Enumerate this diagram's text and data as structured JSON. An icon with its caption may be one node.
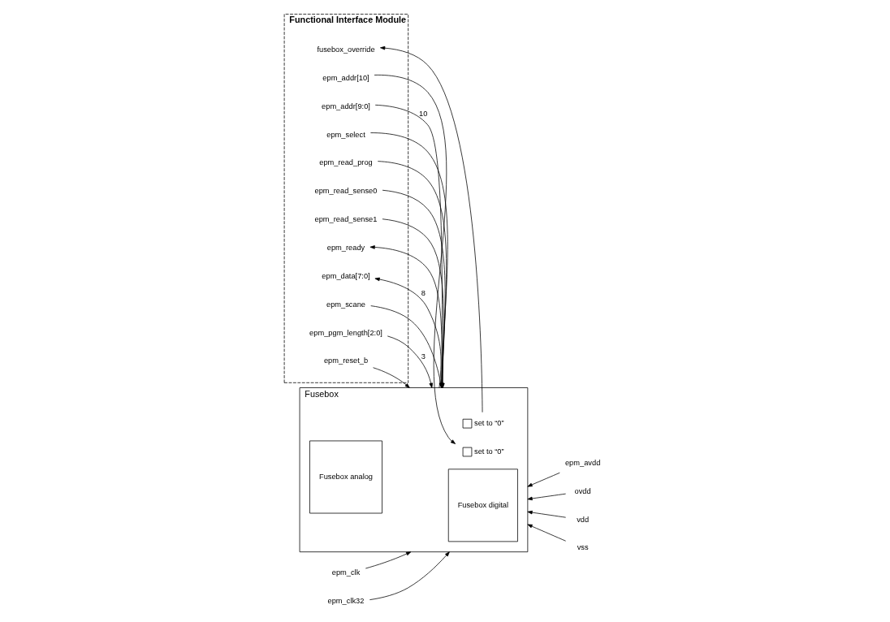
{
  "diagram": {
    "nodes": [
      {
        "text": [
          "Functional Interface Module"
        ]
      },
      {
        "text": [
          "fusebox_override"
        ],
        "in": 0
      },
      {
        "text": [
          "epm_addr[10]"
        ],
        "in": 0
      },
      {
        "text": [
          "epm_addr[9:0]"
        ],
        "in": 0
      },
      {
        "text": [
          "epm_select"
        ],
        "in": 0
      },
      {
        "text": [
          "epm_read_prog"
        ],
        "in": 0
      },
      {
        "text": [
          "epm_read_sense0"
        ],
        "in": 0
      },
      {
        "text": [
          "epm_read_sense1"
        ],
        "in": 0
      },
      {
        "text": [
          "epm_ready"
        ],
        "in": 0
      },
      {
        "text": [
          "epm_data[7:0]"
        ],
        "in": 0
      },
      {
        "text": [
          "epm_scane"
        ],
        "in": 0
      },
      {
        "text": [
          "epm_pgm_length[2:0]"
        ],
        "in": 0
      },
      {
        "text": [
          "epm_reset_b"
        ],
        "in": 0
      },
      {
        "text": [
          "epm_clk"
        ]
      },
      {
        "text": [
          "epm_clk32"
        ]
      },
      {
        "text": [
          "Fusebox"
        ]
      },
      {
        "text": [],
        "shape": "box",
        "in": 15,
        "beside": [
          "set to “0”"
        ]
      },
      {
        "text": [],
        "shape": "box",
        "in": 15,
        "beside": [
          "set to “0”"
        ]
      },
      {
        "text": [
          "Fusebox digital"
        ],
        "in": 15
      },
      {
        "text": [
          "Fusebox analog"
        ],
        "in": 15
      },
      {
        "text": [
          "epm_avdd"
        ]
      },
      {
        "text": [
          "ovdd"
        ]
      },
      {
        "text": [
          "vdd"
        ]
      },
      {
        "text": [
          "vss"
        ]
      }
    ],
    "edges": [
      {
        "from": 16,
        "to": 1,
        "arrow": "to"
      },
      {
        "from": 2,
        "to": 17,
        "arrow": "to"
      },
      {
        "from": 3,
        "to": 15,
        "arrow": "to",
        "label": "10"
      },
      {
        "from": 4,
        "to": 15,
        "arrow": "to"
      },
      {
        "from": 5,
        "to": 15,
        "arrow": "to"
      },
      {
        "from": 6,
        "to": 15,
        "arrow": "to"
      },
      {
        "from": 7,
        "to": 15,
        "arrow": "to"
      },
      {
        "from": 15,
        "to": 8,
        "arrow": "to"
      },
      {
        "from": 15,
        "to": 9,
        "arrow": "to",
        "label": "8"
      },
      {
        "from": 10,
        "to": 15,
        "arrow": "to"
      },
      {
        "from": 11,
        "to": 15,
        "arrow": "to",
        "label": "3"
      },
      {
        "from": 12,
        "to": 15,
        "arrow": "to"
      },
      {
        "from": 13,
        "to": 15,
        "arrow": "to"
      },
      {
        "from": 14,
        "to": 15,
        "arrow": "to"
      },
      {
        "from": 20,
        "to": 15,
        "arrow": "to"
      },
      {
        "from": 21,
        "to": 15,
        "arrow": "to"
      },
      {
        "from": 22,
        "to": 15,
        "arrow": "to"
      },
      {
        "from": 23,
        "to": 15,
        "arrow": "to"
      }
    ]
  }
}
